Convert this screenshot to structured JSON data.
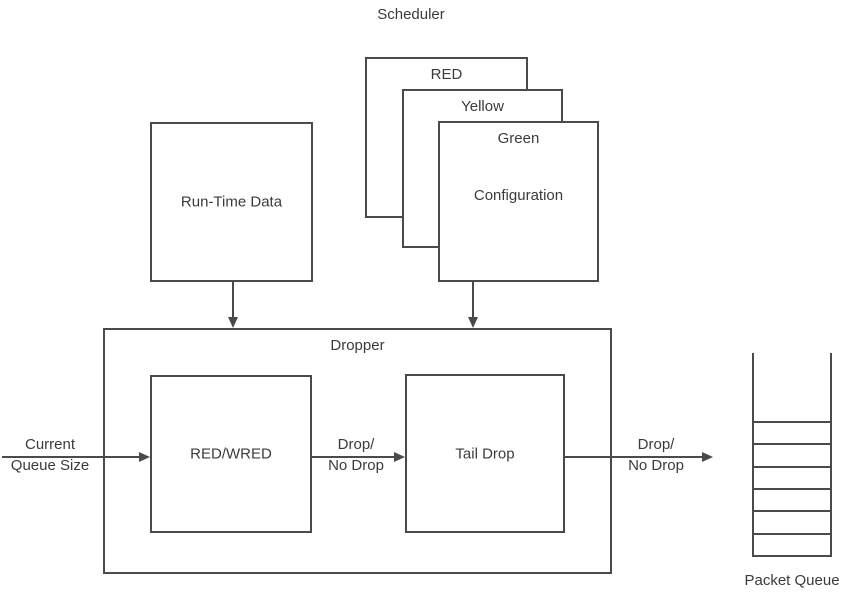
{
  "scheduler_label": "Scheduler",
  "stack": {
    "red_label": "RED",
    "yellow_label": "Yellow",
    "green_label": "Green",
    "configuration_label": "Configuration"
  },
  "runtime_box_label": "Run-Time Data",
  "dropper": {
    "title": "Dropper",
    "red_wred_label": "RED/WRED",
    "tail_drop_label": "Tail Drop"
  },
  "flow_labels": {
    "input_line1": "Current",
    "input_line2": "Queue Size",
    "mid_line1": "Drop/",
    "mid_line2": "No Drop",
    "output_line1": "Drop/",
    "output_line2": "No Drop"
  },
  "packet_queue": {
    "label": "Packet Queue",
    "slot_count": 6
  },
  "colors": {
    "line": "#4a4a4a",
    "text": "#3b3b3b",
    "background": "#ffffff"
  }
}
